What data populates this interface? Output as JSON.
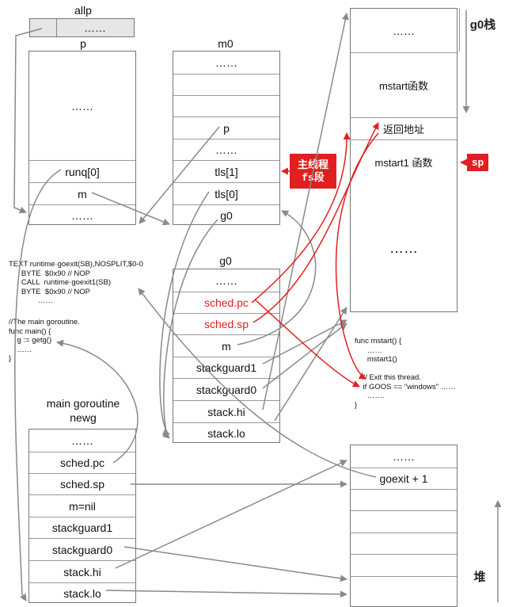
{
  "allp": {
    "title": "allp",
    "cell": "……"
  },
  "p": {
    "title": "p",
    "rows": [
      "……",
      "runq[0]",
      "m",
      "……"
    ]
  },
  "m0": {
    "title": "m0",
    "rows": [
      "……",
      "",
      "",
      "p",
      "……",
      "tls[1]",
      "tls[0]",
      "g0"
    ]
  },
  "g0": {
    "title": "g0",
    "rows": [
      "……",
      "sched.pc",
      "sched.sp",
      "m",
      "stackguard1",
      "stackguard0",
      "stack.hi",
      "stack.lo"
    ]
  },
  "main_g": {
    "title_line1": "main goroutine",
    "title_line2": "newg",
    "rows": [
      "……",
      "sched.pc",
      "sched.sp",
      "m=nil",
      "stackguard1",
      "stackguard0",
      "stack.hi",
      "stack.lo"
    ]
  },
  "g0_stack": {
    "label": "g0栈",
    "rows": [
      "……",
      "mstart函数",
      "返回地址",
      "mstart1 函数",
      "……"
    ]
  },
  "heap": {
    "label": "堆",
    "rows": [
      "……",
      "goexit + 1"
    ]
  },
  "badges": {
    "tls_line1": "主线程",
    "tls_line2": "fs段",
    "sp": "sp"
  },
  "code": {
    "goexit": "TEXT runtime·goexit(SB),NOSPLIT,$0-0\n      BYTE  $0x90 // NOP\n      CALL  runtime·goexit1(SB)\n      BYTE  $0x90 // NOP\n              ……",
    "main": "//The main goroutine.\nfunc main() {\n    g := getg()\n    ……\n}",
    "mstart": "func mstart() {\n      ……\n      mstart1()\n\n    // Exit this thread.\n    if GOOS == \"windows\" ……\n      …….\n}"
  },
  "colors": {
    "arrow": "#8a8a8a",
    "accent": "#e02020"
  }
}
